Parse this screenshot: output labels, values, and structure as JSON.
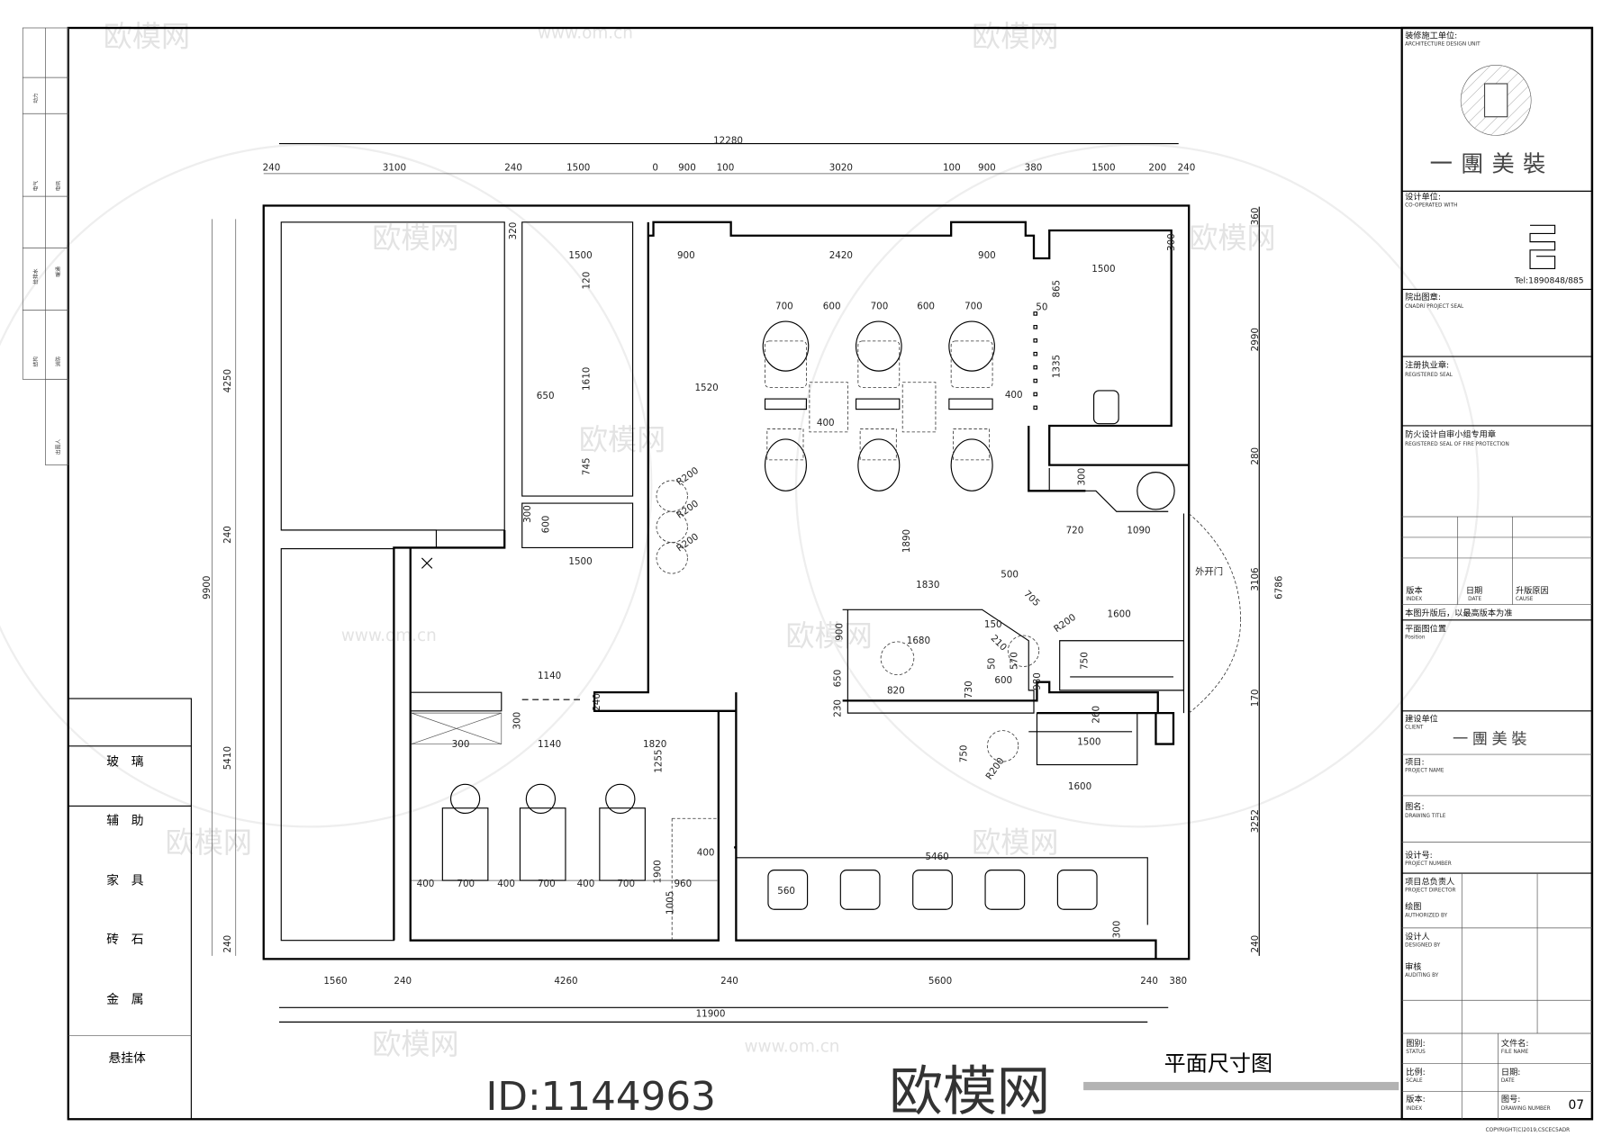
{
  "drawing_title": "平面尺寸图",
  "watermark": {
    "brand": "欧模网",
    "site": "www.om.cn",
    "id_text": "ID:1144963"
  },
  "left_strip": [
    "动力",
    "电气",
    "电讯",
    "给排水",
    "暖通",
    "结构",
    "消防",
    "出图人"
  ],
  "legend": [
    "玻　璃",
    "辅　助",
    "家　具",
    "砖　石",
    "金　属",
    "悬挂体"
  ],
  "title_block": {
    "construction_unit": "装修施工单位:",
    "construction_unit_en": "ARCHITECTURE DESIGN UNIT",
    "logo_text": "一團美裝",
    "design_unit": "设计单位:",
    "design_unit_en": "CO-OPERATED WITH",
    "tel": "Tel:1890848/885",
    "seal": "院出图章:",
    "seal_en": "CNADRI PROJECT SEAL",
    "registered": "注册执业章:",
    "registered_en": "REGISTERED SEAL",
    "fire": "防火设计自审小组专用章",
    "fire_en": "REGISTERED SEAL OF FIRE PROTECTION",
    "rev_index": "版本",
    "rev_index_en": "INDEX",
    "rev_date": "日期",
    "rev_date_en": "DATE",
    "rev_cause": "升版原因",
    "rev_cause_en": "CAUSE",
    "rev_note": "本图升版后，以最高版本为准",
    "position": "平面图位置",
    "position_en": "Position",
    "client": "建设单位",
    "client_en": "CLIENT",
    "client_logo": "一團美裝",
    "project": "项目:",
    "project_en": "PROJECT NAME",
    "drawing": "图名:",
    "drawing_en": "DRAWING TITLE",
    "project_no": "设计号:",
    "project_no_en": "PROJECT NUMBER",
    "director": "项目总负责人",
    "director_en": "PROJECT DIRECTOR",
    "drawn": "绘图",
    "drawn_en": "AUTHORIZED BY",
    "designer": "设计人",
    "designer_en": "DESIGNED BY",
    "auditor": "审核",
    "auditor_en": "AUDITING BY",
    "status": "图别:",
    "status_en": "STATUS",
    "file": "文件名:",
    "file_en": "FILE NAME",
    "scale": "比例:",
    "scale_en": "SCALE",
    "date": "日期:",
    "date_en": "DATE",
    "index": "版本:",
    "index_en": "INDEX",
    "number": "图号:",
    "number_en": "DRAWING NUMBER",
    "number_value": "07",
    "copyright": "COPYRIGHT(C)2019,CSCEC5ADR"
  },
  "dims": {
    "top_total": "12280",
    "top": [
      "240",
      "3100",
      "240",
      "1500",
      "0",
      "900",
      "100",
      "3020",
      "100",
      "900",
      "380",
      "1500",
      "200",
      "240"
    ],
    "bottom_total": "11900",
    "bottom": [
      "1560",
      "240",
      "4260",
      "240",
      "5600",
      "240",
      "380"
    ],
    "left_total": "9900",
    "left": [
      "4250",
      "240",
      "5410",
      "240"
    ],
    "right_total": "6786",
    "right": [
      "360",
      "2990",
      "280",
      "3106",
      "170",
      "3252",
      "240"
    ]
  },
  "interior": {
    "labels": [
      "320",
      "1500",
      "120",
      "1610",
      "650",
      "745",
      "600",
      "300",
      "1500",
      "900",
      "2420",
      "900",
      "1500",
      "300",
      "865",
      "1335",
      "50",
      "700",
      "600",
      "700",
      "600",
      "700",
      "1520",
      "400",
      "400",
      "R200",
      "R200",
      "R200",
      "1890",
      "300",
      "720",
      "1090",
      "外开门",
      "500",
      "1830",
      "705",
      "R200",
      "1600",
      "900",
      "1680",
      "150",
      "210",
      "50",
      "570",
      "600",
      "730",
      "980",
      "750",
      "650",
      "820",
      "230",
      "260",
      "1500",
      "750",
      "R200",
      "1600",
      "1140",
      "240",
      "300",
      "300",
      "1140",
      "1820",
      "1255",
      "400",
      "700",
      "400",
      "700",
      "400",
      "700",
      "1900",
      "960",
      "1005",
      "400",
      "5460",
      "560",
      "300"
    ]
  }
}
